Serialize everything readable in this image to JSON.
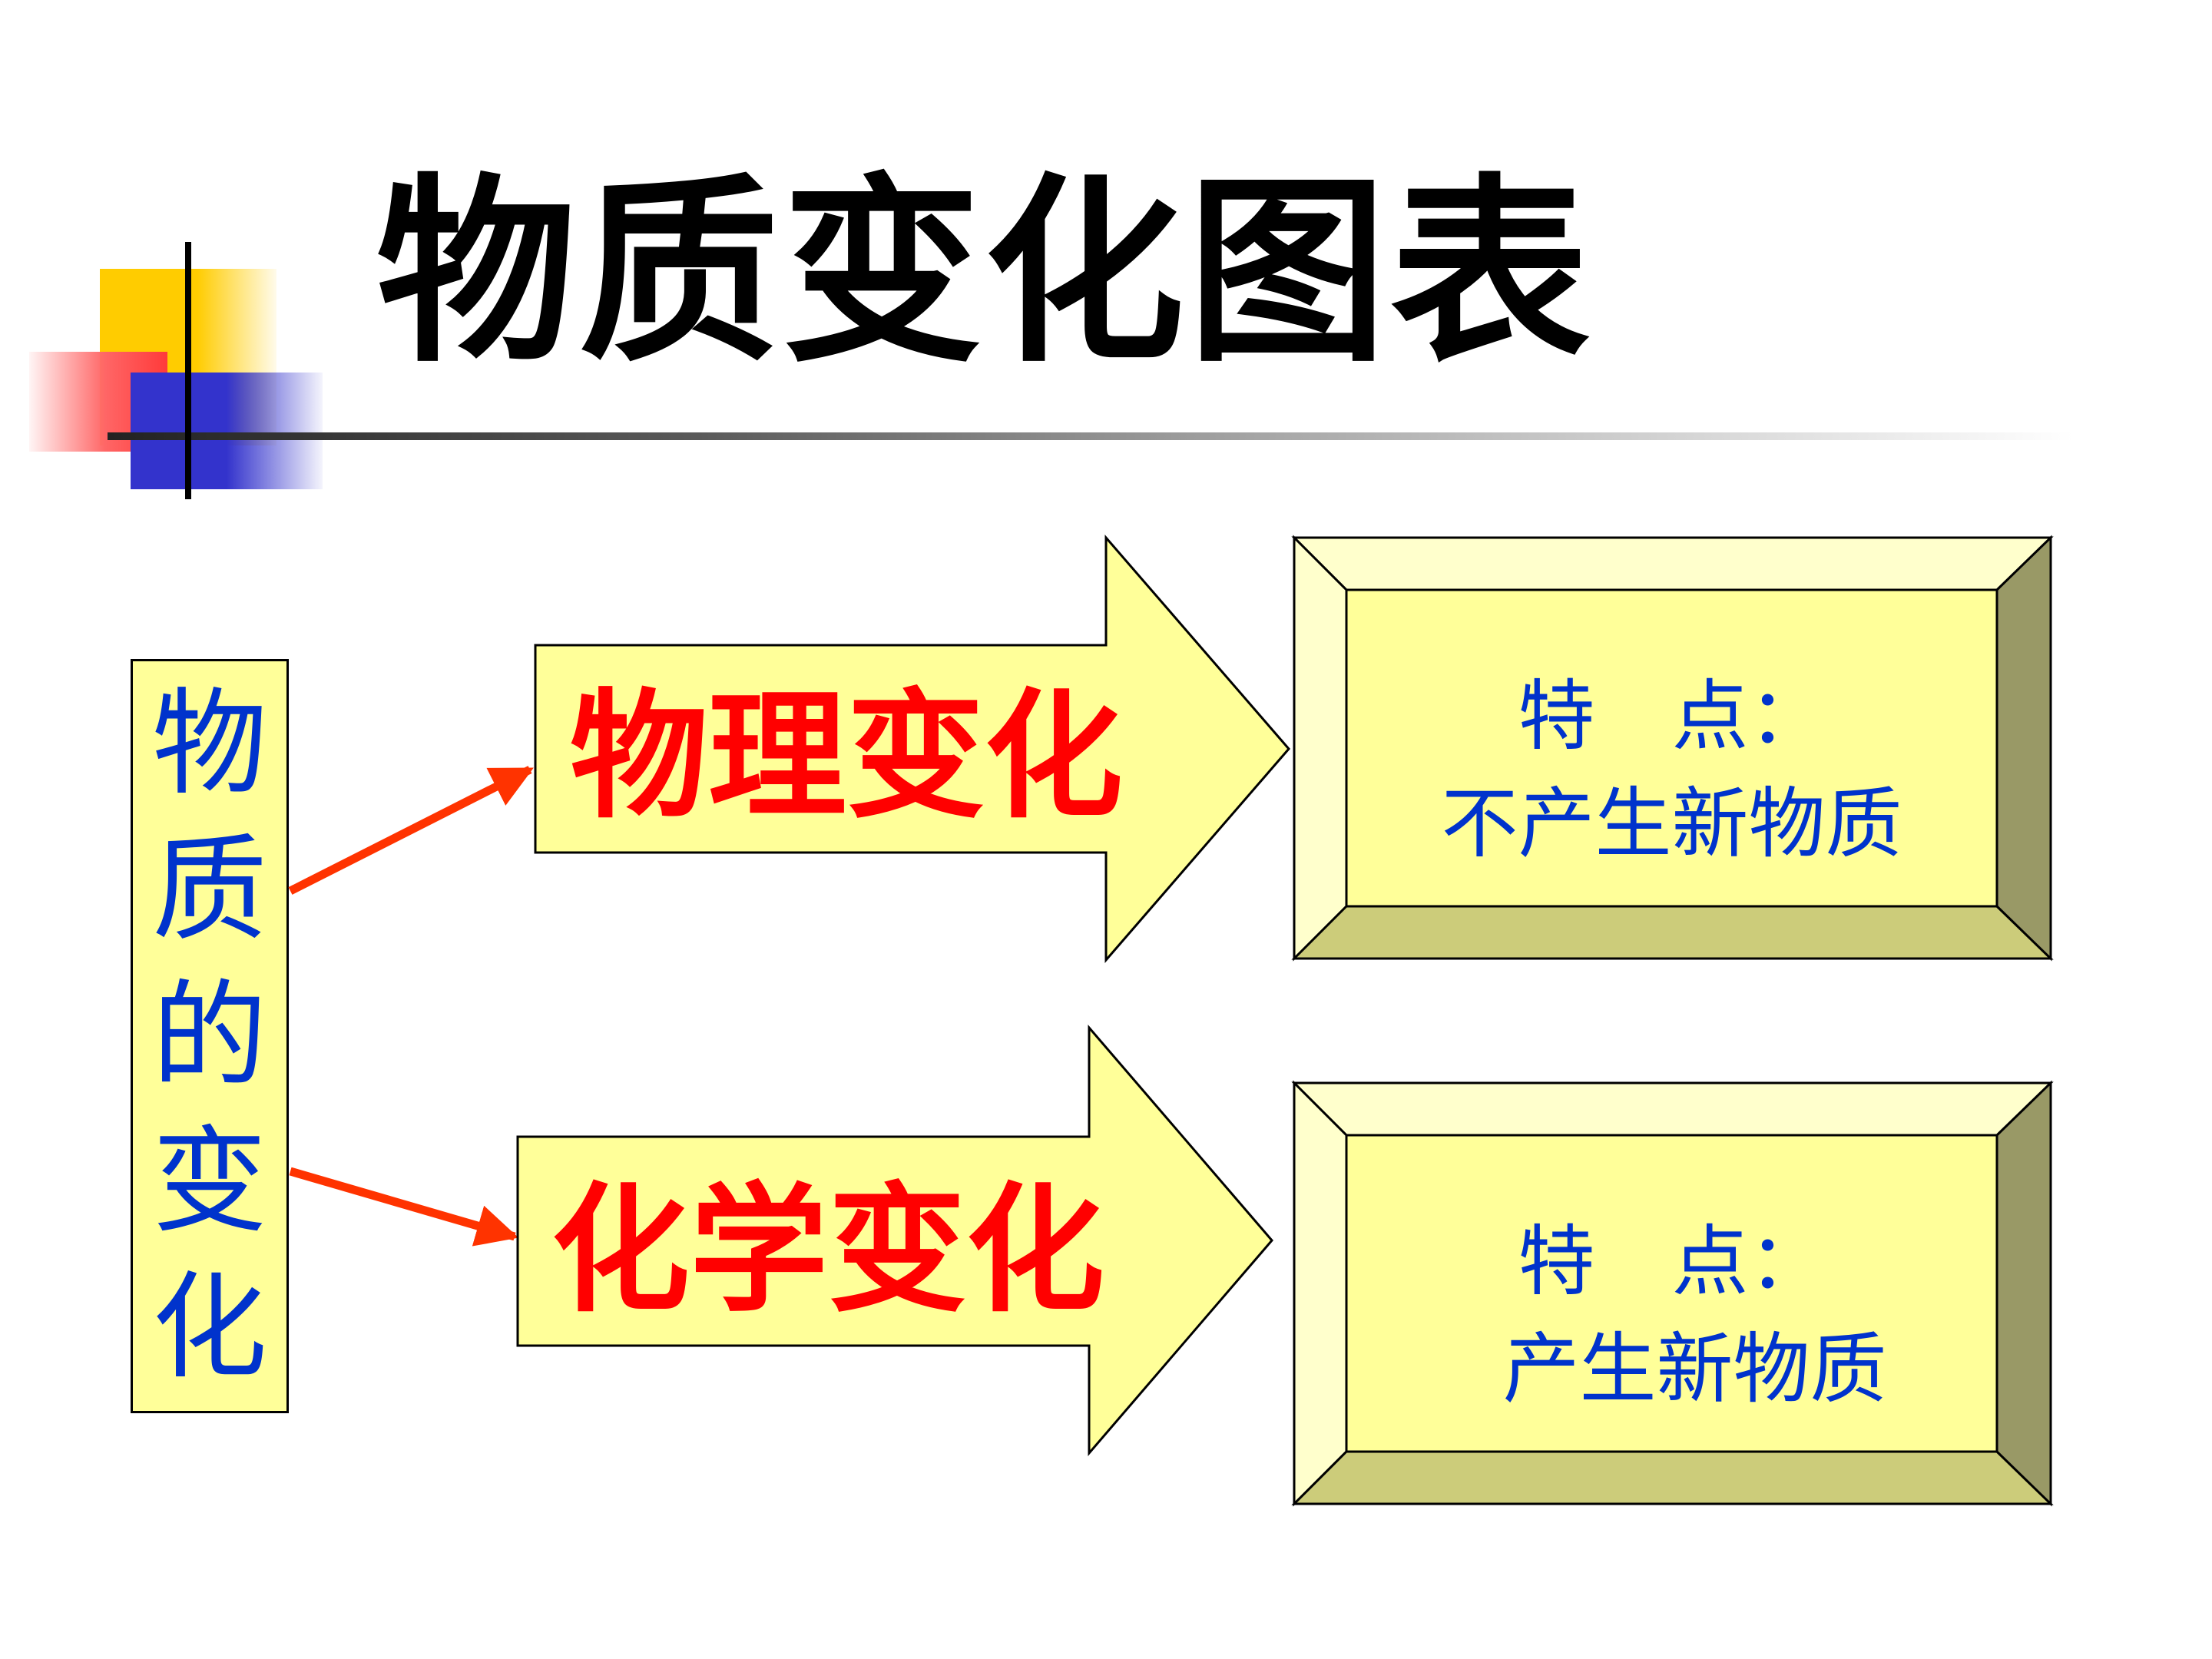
{
  "title": "物质变化图表",
  "left_box": {
    "text": "物质的变化"
  },
  "branches": [
    {
      "label": "物理变化",
      "feature_heading": "特　点：",
      "feature_text": "不产生新物质"
    },
    {
      "label": "化学变化",
      "feature_heading": "特　点：",
      "feature_text": "产生新物质"
    }
  ],
  "colors": {
    "fill_yellow": "#ffff99",
    "bevel_light": "#ffffcc",
    "bevel_mid": "#cccc7a",
    "bevel_dark": "#999966",
    "connector": "#ff3300",
    "label_red": "#ff0000",
    "text_blue": "#0033cc"
  }
}
